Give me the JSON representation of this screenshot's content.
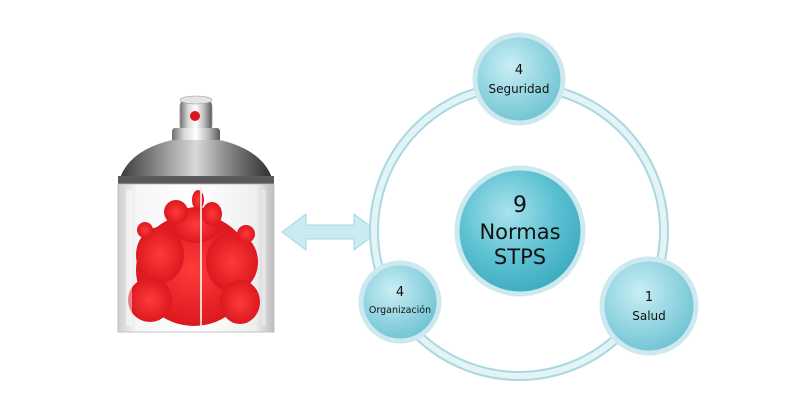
{
  "diagram": {
    "center": {
      "count": "9",
      "label": "Normas STPS"
    },
    "nodes": [
      {
        "id": "seguridad",
        "count": "4",
        "label": "Seguridad"
      },
      {
        "id": "organizacion",
        "count": "4",
        "label": "Organización"
      },
      {
        "id": "salud",
        "count": "1",
        "label": "Salud"
      }
    ]
  },
  "colors": {
    "ring": "#d7eef3",
    "node_fill": "#8fd3df",
    "node_border": "#c4e6ee",
    "center_fill": "#5cc1d2",
    "arrow": "#c9ebf1",
    "paint": "#e11b22"
  },
  "icons": {
    "spray_can": "spray-can-illustration",
    "double_arrow": "double-arrow-icon"
  }
}
